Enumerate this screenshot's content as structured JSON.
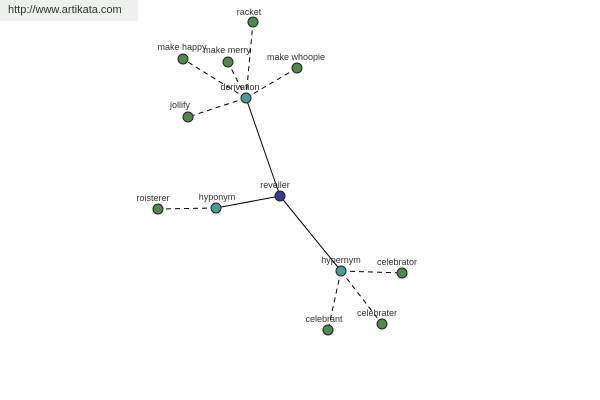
{
  "watermark": "http://www.artikata.com",
  "colors": {
    "root": "#3a3a8c",
    "relation": "#4a9a9a",
    "word": "#4e8a4e"
  },
  "nodes": {
    "reveller": {
      "label": "reveller",
      "kind": "root"
    },
    "derivation": {
      "label": "derivation",
      "kind": "relation"
    },
    "hyponym": {
      "label": "hyponym",
      "kind": "relation"
    },
    "hypernym": {
      "label": "hypernym",
      "kind": "relation"
    },
    "racket": {
      "label": "racket",
      "kind": "word"
    },
    "make_happy": {
      "label": "make happy",
      "kind": "word"
    },
    "make_merry": {
      "label": "make merry",
      "kind": "word"
    },
    "make_whoopie": {
      "label": "make whoopie",
      "kind": "word"
    },
    "jollify": {
      "label": "jollify",
      "kind": "word"
    },
    "roisterer": {
      "label": "roisterer",
      "kind": "word"
    },
    "celebrator": {
      "label": "celebrator",
      "kind": "word"
    },
    "celebrant": {
      "label": "celebrant",
      "kind": "word"
    },
    "celebrater": {
      "label": "celebrater",
      "kind": "word"
    }
  },
  "edges": [
    {
      "from": "reveller",
      "to": "derivation",
      "style": "solid"
    },
    {
      "from": "reveller",
      "to": "hyponym",
      "style": "solid"
    },
    {
      "from": "reveller",
      "to": "hypernym",
      "style": "solid"
    },
    {
      "from": "derivation",
      "to": "racket",
      "style": "dashed"
    },
    {
      "from": "derivation",
      "to": "make_happy",
      "style": "dashed"
    },
    {
      "from": "derivation",
      "to": "make_merry",
      "style": "dashed"
    },
    {
      "from": "derivation",
      "to": "make_whoopie",
      "style": "dashed"
    },
    {
      "from": "derivation",
      "to": "jollify",
      "style": "dashed"
    },
    {
      "from": "hyponym",
      "to": "roisterer",
      "style": "dashed"
    },
    {
      "from": "hypernym",
      "to": "celebrator",
      "style": "dashed"
    },
    {
      "from": "hypernym",
      "to": "celebrant",
      "style": "dashed"
    },
    {
      "from": "hypernym",
      "to": "celebrater",
      "style": "dashed"
    }
  ]
}
